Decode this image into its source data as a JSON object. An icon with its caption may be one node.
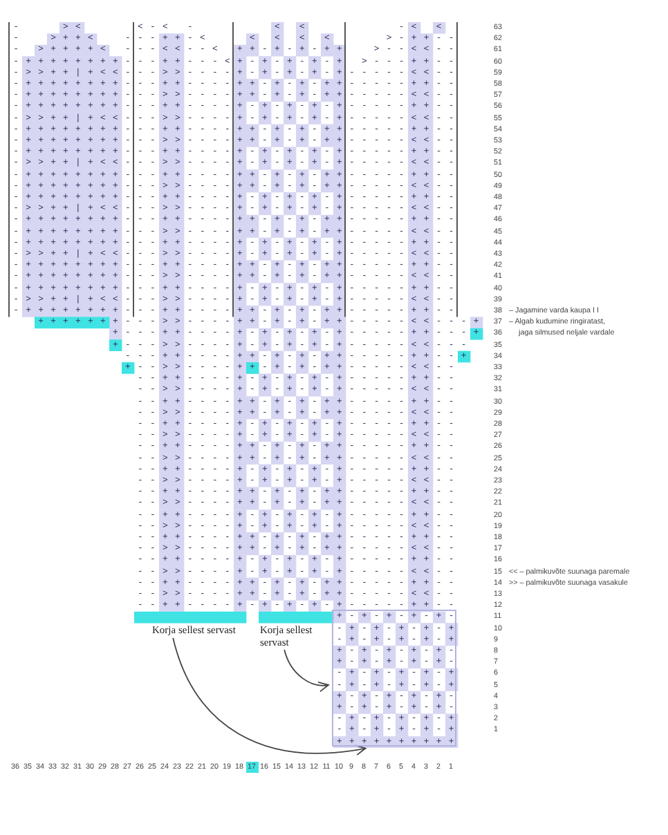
{
  "diagram": {
    "nodes": [
      {
        "text": [
          "Korja sellest servast"
        ]
      },
      {
        "text": [
          "Korja sellest servast"
        ]
      },
      {
        "text": [],
        "shape": "box"
      }
    ],
    "edges": [
      {
        "from": 0,
        "to": 2,
        "arrow": "to"
      },
      {
        "from": 1,
        "to": 2,
        "arrow": "to"
      }
    ],
    "labels": [
      "-   ><    <-< -      < <       -< <",
      "63",
      "-  >++<  ---++-<   < < < <    >-++--",
      "62",
      "- >++++< ---<<--< ++-+-+-++  >--<<--",
      "61",
      "-++++++++---++---<+-+-+-+-+ >---++--",
      "60",
      "->>++|+<<--->>----+-+-+-+-+-----<<--",
      "59",
      "-++++++++---++----++-+-+-++-----++--",
      "58",
      "-++++++++--->>----++-+-+-++-----<<--",
      "57",
      "-++++++++---++----+-+-+-+-+-----++--",
      "56",
      "->>++|+<<--->>----+-+-+-+-+-----<<--",
      "55",
      "-++++++++---++----++-+-+-++-----++--",
      "54",
      "-++++++++--->>----++-+-+-++-----<<--",
      "53",
      "-++++++++---++----+-+-+-+-+-----++--",
      "52",
      "->>++|+<<--->>----+-+-+-+-+-----<<--",
      "51",
      "-++++++++---++----++-+-+-++-----++--",
      "50",
      "-++++++++--->>----++-+-+-++-----<<--",
      "49",
      "-++++++++---++----+-+-+-+-+-----++--",
      "48",
      "->>++|+<<--->>----+-+-+-+-+-----<<--",
      "47",
      "-++++++++---++----++-+-+-++-----++--",
      "46",
      "-++++++++--->>----++-+-+-++-----<<--",
      "45",
      "-++++++++---++----+-+-+-+-+-----++--",
      "44",
      "->>++|+<<--->>----+-+-+-+-+-----<<--",
      "43",
      "-++++++++---++----++-+-+-++-----++--",
      "42",
      "-++++++++--->>----++-+-+-++-----<<--",
      "41",
      "-++++++++---++----+-+-+-+-+-----++--",
      "40",
      "->>++|+<<--->>----+-+-+-+-+-----<<--",
      "39",
      "-++++++++---++----++-+-+-++-----++--",
      "38",
      "– Jagamine varda kaupa I I",
      "  +++++++--->>----++-+-+-++-----<<---+",
      "37",
      "– Algab kudumine ringiratast,",
      "        +---++----+-+-+-+-+-----++---+",
      "36",
      "jaga silmused neljale vardale",
      "        +--->>----+-+-+-+-+-----<<---",
      "35",
      "         ---++----++-+-+-++-----++--+",
      "34",
      "         +-->>----++-+-+-++-----<<--",
      "33",
      "          --++----+-+-+-+-+-----++--",
      "32",
      "          -->>----+-+-+-+-+-----<<--",
      "31",
      "          --++----++-+-+-++-----++--",
      "30",
      "          -->>----++-+-+-++-----<<--",
      "29",
      "          --++----+-+-+-+-+-----++--",
      "28",
      "          -->>----+-+-+-+-+-----<<--",
      "27",
      "          --++----++-+-+-++-----++--",
      "26",
      "          -->>----++-+-+-++-----<<--",
      "25",
      "          --++----+-+-+-+-+-----++--",
      "24",
      "          -->>----+-+-+-+-+-----<<--",
      "23",
      "          --++----++-+-+-++-----++--",
      "22",
      "          -->>----++-+-+-++-----<<--",
      "21",
      "          --++----+-+-+-+-+-----++--",
      "20",
      "          -->>----+-+-+-+-+-----<<--",
      "19",
      "          --++----++-+-+-++-----++--",
      "18",
      "          -->>----++-+-+-++-----<<--",
      "17",
      "          --++----+-+-+-+-+-----++--",
      "16",
      "          -->>----+-+-+-+-+-----<<--",
      "15",
      "<< – palmikuvõte suunaga paremale",
      "          --++----++-+-+-++-----++--",
      "14",
      ">> – palmikuvõte suunaga vasakule",
      "          -->>----++-+-+-++-----<<--",
      "13",
      "          --++----+-+-+-+-+-----++--",
      "12",
      "                          +-+-+-+-+-",
      "11",
      "                          -+-+-+-+-+",
      "10",
      "                          -+-+-+-+-+",
      "9",
      "                          +-+-+-+-+-",
      "8",
      "                          +-+-+-+-+-",
      "7",
      "                          -+-+-+-+-+",
      "6",
      "                          -+-+-+-+-+",
      "5",
      "                          +-+-+-+-+-",
      "4",
      "                          +-+-+-+-+-",
      "3",
      "                          -+-+-+-+-+",
      "2",
      "                          -+-+-+-+-+",
      "1",
      "                          ++++++++++",
      "36",
      "35",
      "34",
      "33",
      "32",
      "31",
      "30",
      "29",
      "28",
      "27",
      "26",
      "25",
      "24",
      "23",
      "22",
      "21",
      "20",
      "19",
      "18",
      "17",
      "16",
      "15",
      "14",
      "13",
      "12",
      "11",
      "10",
      "9",
      "8",
      "7",
      "6",
      "5",
      "4",
      "3",
      "2",
      "1"
    ]
  }
}
